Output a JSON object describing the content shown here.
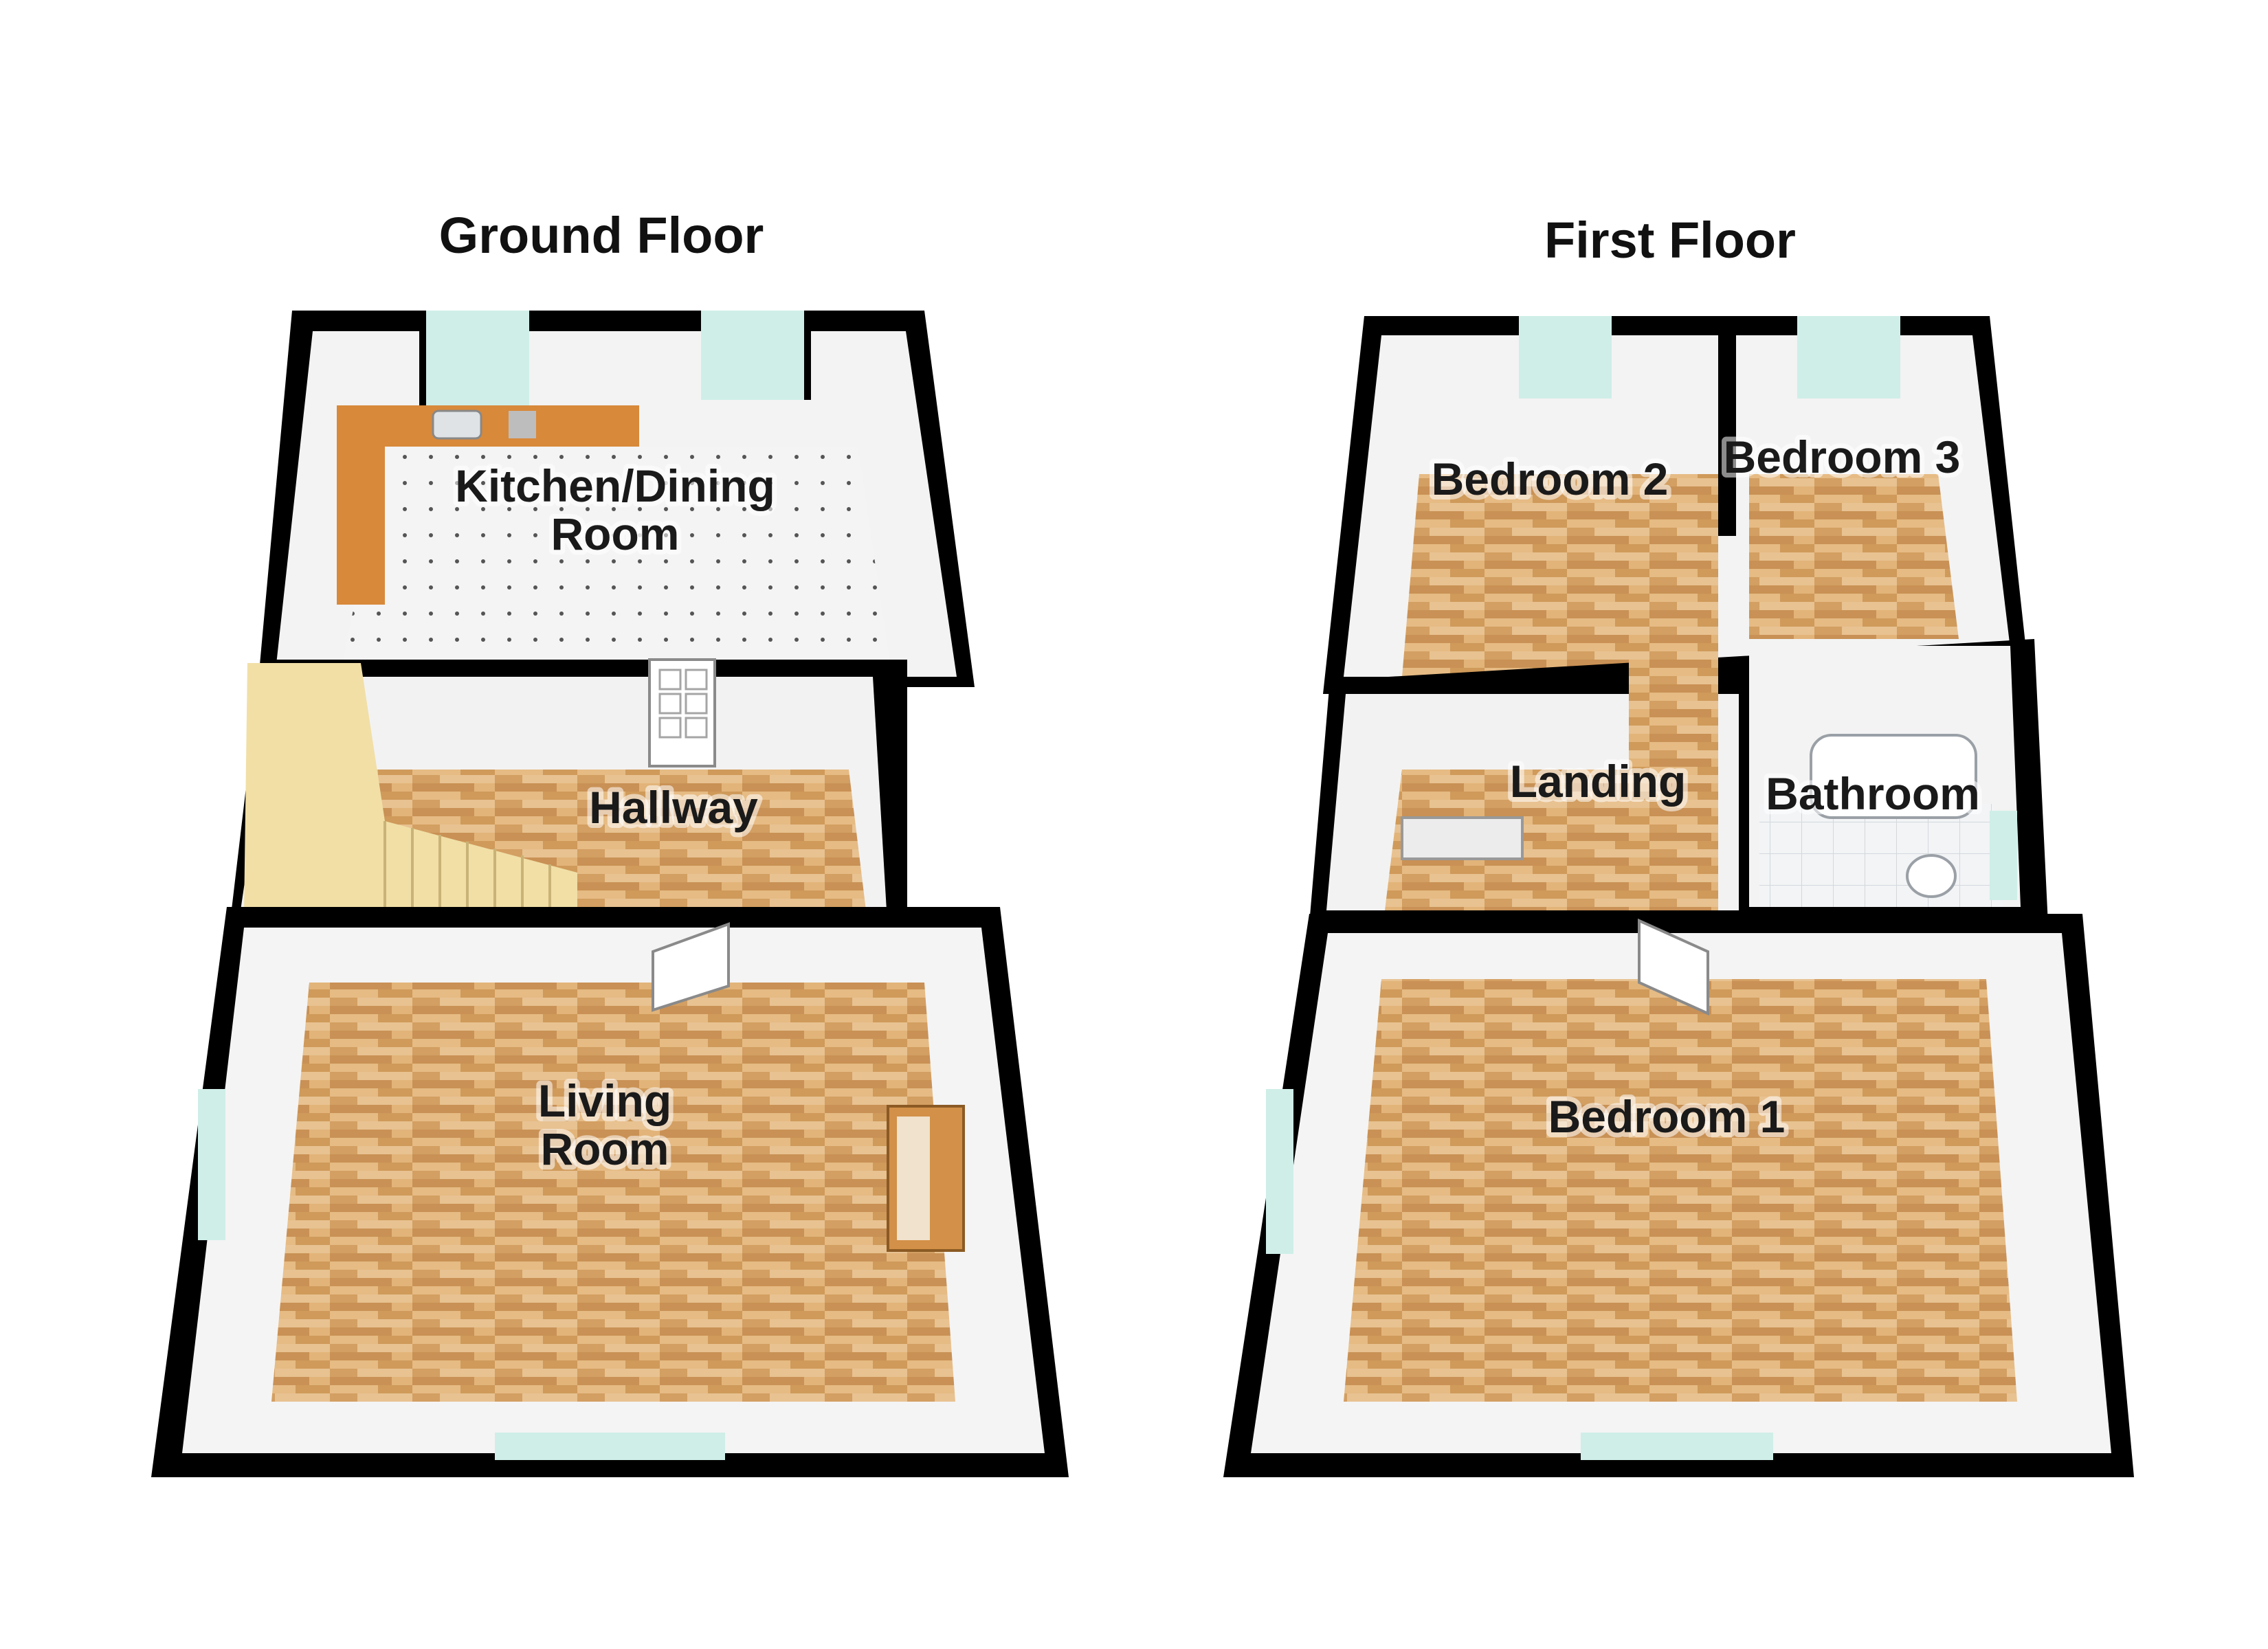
{
  "floors": [
    {
      "title": "Ground Floor",
      "rooms": [
        {
          "label_lines": [
            "Kitchen/Dining",
            "Room"
          ]
        },
        {
          "label_lines": [
            "Hallway"
          ]
        },
        {
          "label_lines": [
            "Living",
            "Room"
          ]
        }
      ]
    },
    {
      "title": "First Floor",
      "rooms": [
        {
          "label_lines": [
            "Bedroom 2"
          ]
        },
        {
          "label_lines": [
            "Bedroom 3"
          ]
        },
        {
          "label_lines": [
            "Landing"
          ]
        },
        {
          "label_lines": [
            "Bathroom"
          ]
        },
        {
          "label_lines": [
            "Bedroom 1"
          ]
        }
      ]
    }
  ],
  "colors": {
    "wall": "#000000",
    "inner_wall": "#f2f2f2",
    "wood_floor": "#d9a868",
    "tile_floor": "#eeeeee",
    "window_glass": "#cfeee8",
    "kitchen_units": "#d8893a",
    "stairs": "#f1dfa6"
  }
}
